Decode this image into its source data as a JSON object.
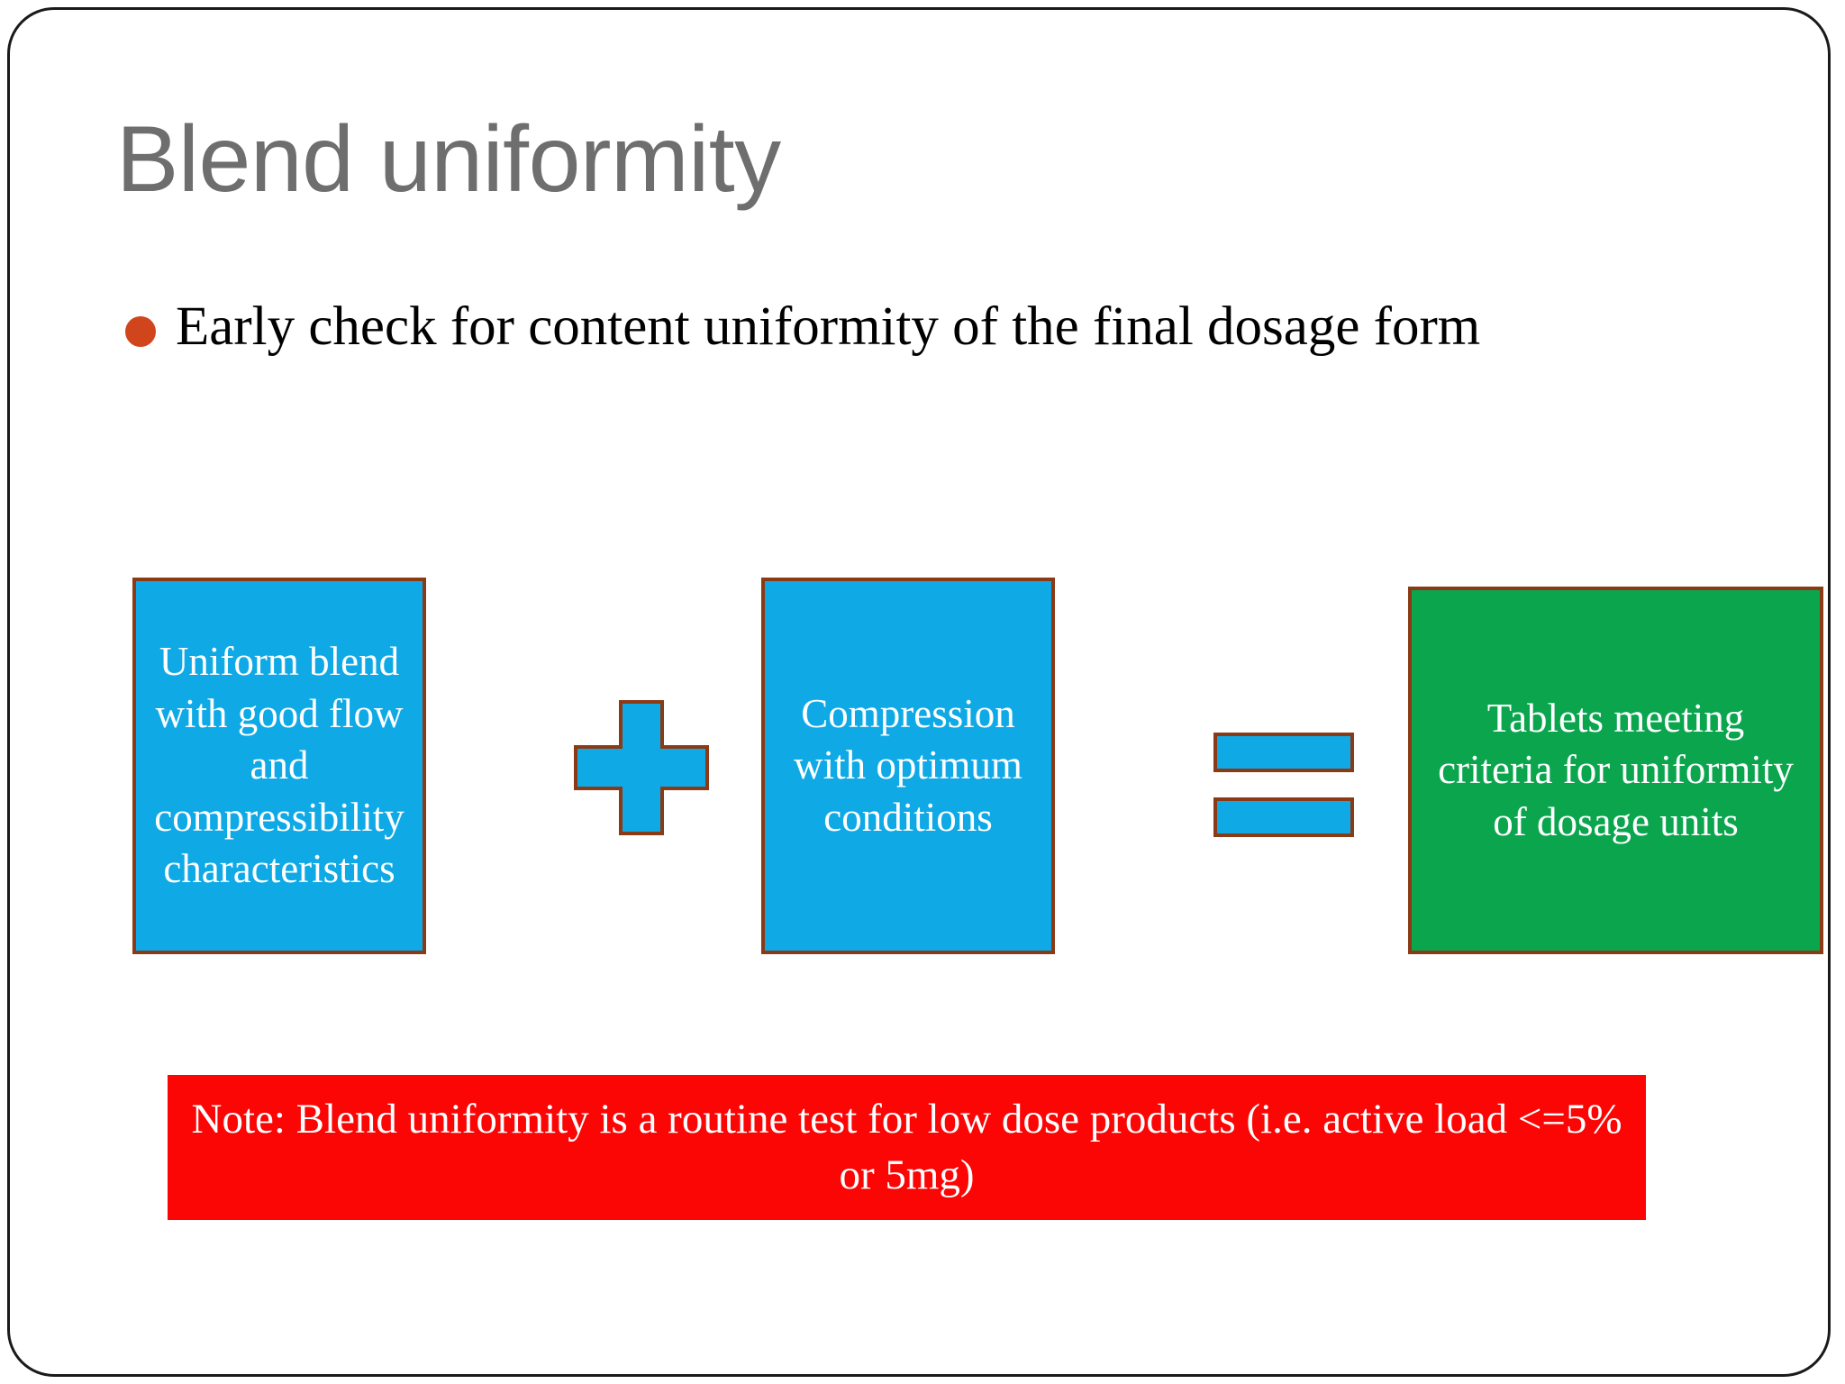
{
  "slide": {
    "title": "Blend uniformity",
    "title_color": "#6e6e6e",
    "frame_border_color": "#1a1a1a",
    "background": "#ffffff"
  },
  "bullets": [
    {
      "text": "Early check for content uniformity of the final dosage form",
      "marker_color": "#d0451b",
      "marker": "filled-circle"
    }
  ],
  "diagram": {
    "type": "equation-flow",
    "accent_border_color": "#8b3a16",
    "blue_fill": "#0fa9e6",
    "green_fill": "#0ba54e",
    "terms": [
      {
        "id": "blend",
        "shape": "rectangle",
        "fill": "#0fa9e6",
        "label": "Uniform blend with good flow and compressibility characteristics"
      },
      {
        "id": "operator-plus",
        "shape": "cross",
        "fill": "#0fa9e6",
        "label": "+"
      },
      {
        "id": "compression",
        "shape": "rectangle",
        "fill": "#0fa9e6",
        "label": "Compression with optimum conditions"
      },
      {
        "id": "operator-equals",
        "shape": "two-bars",
        "fill": "#0fa9e6",
        "label": "="
      },
      {
        "id": "tablets",
        "shape": "rectangle",
        "fill": "#0ba54e",
        "label": "Tablets meeting criteria for uniformity of dosage units"
      }
    ]
  },
  "note": {
    "text": "Note: Blend uniformity is a routine test for low dose products (i.e. active load <=5% or 5mg)",
    "background": "#fb0505",
    "text_color": "#ffffff"
  }
}
